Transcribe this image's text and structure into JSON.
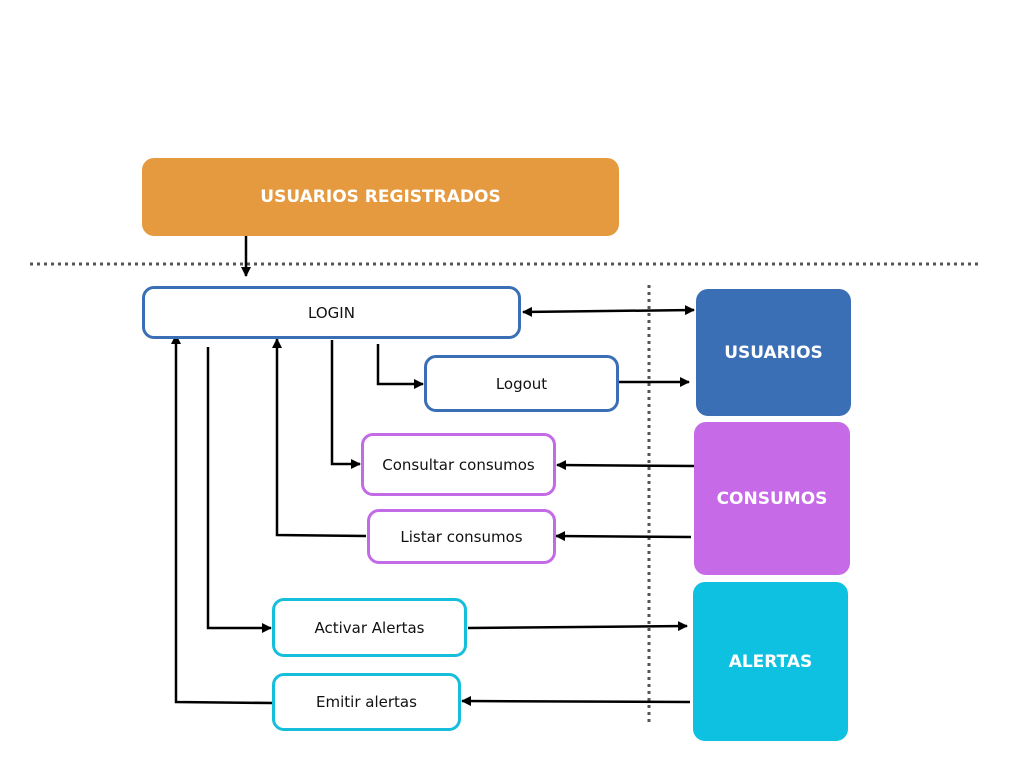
{
  "colors": {
    "orange": "#e69a3f",
    "blue": "#3a6fb6",
    "violet": "#c66ae7",
    "cyan": "#0fc1e1",
    "line": "#000000",
    "divider": "#555555"
  },
  "boxes": {
    "registered_users": "USUARIOS REGISTRADOS",
    "login": "LOGIN",
    "logout": "Logout",
    "consult_consumption": "Consultar consumos",
    "list_consumption": "Listar consumos",
    "activate_alerts": "Activar Alertas",
    "emit_alerts": "Emitir alertas",
    "users": "USUARIOS",
    "consumption": "CONSUMOS",
    "alerts": "ALERTAS"
  }
}
